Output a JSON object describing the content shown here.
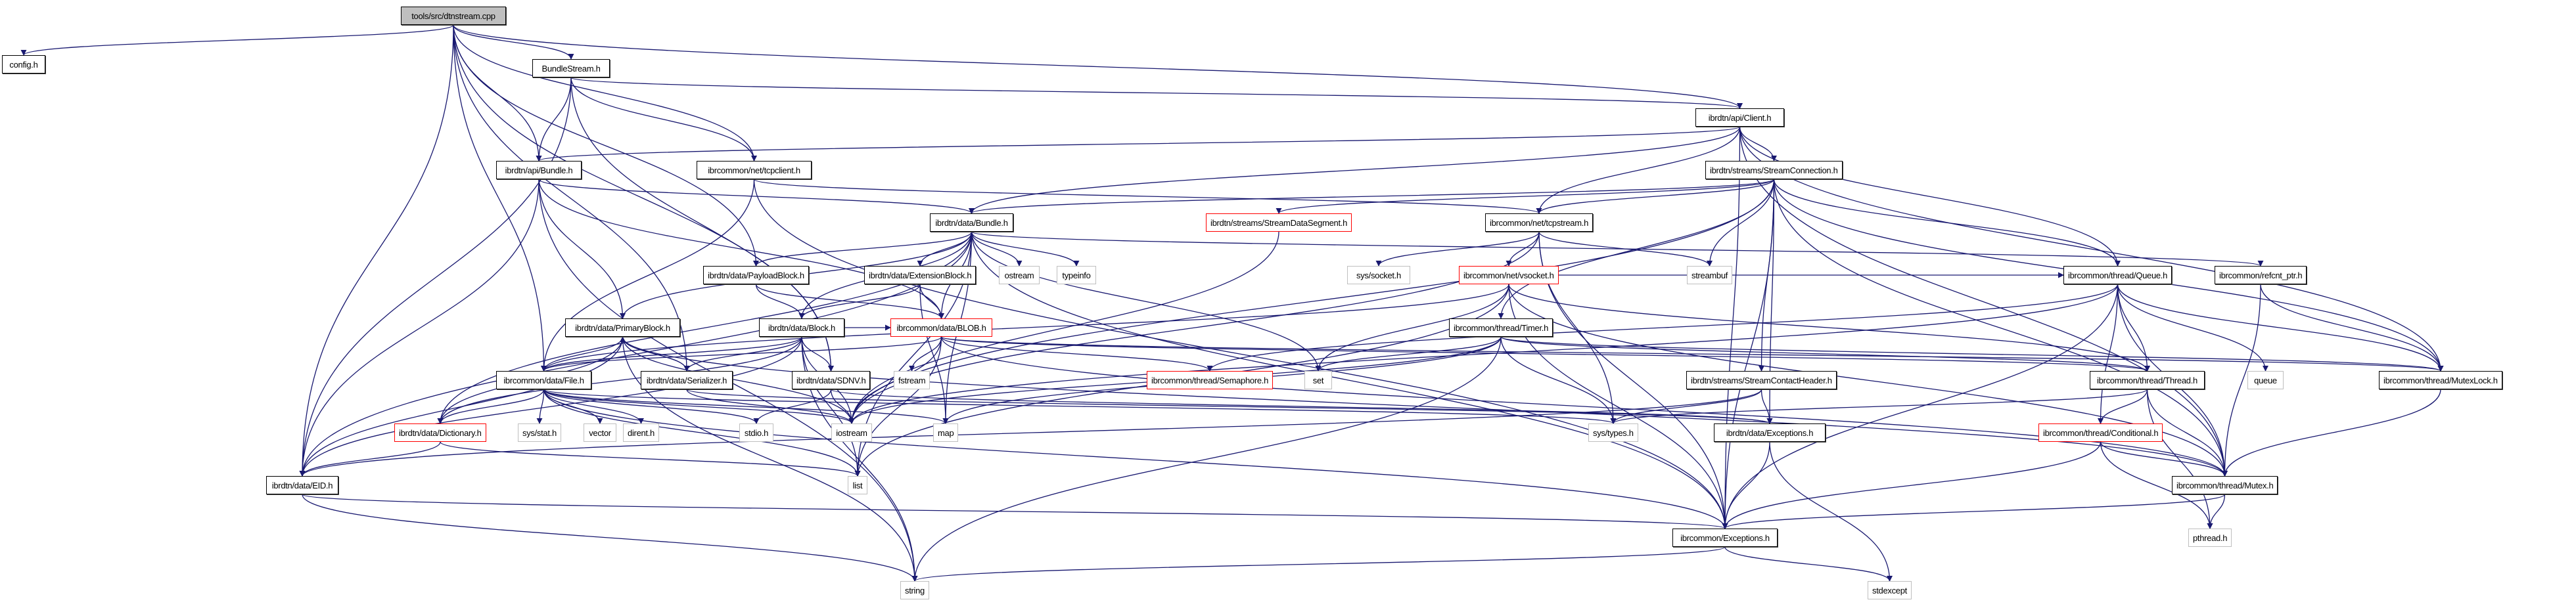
{
  "diagram": {
    "title": "tools/src/dtnstream.cpp include dependency graph",
    "colors": {
      "edge": "#191970",
      "truncated_border": "#ff0000",
      "system_border": "#bfbfbf",
      "root_fill": "#bfbfbf"
    },
    "nodes": [
      {
        "id": "root",
        "label": "tools/src/dtnstream.cpp",
        "kind": "root"
      },
      {
        "id": "config",
        "label": "config.h",
        "kind": "local"
      },
      {
        "id": "bundlestream",
        "label": "BundleStream.h",
        "kind": "local"
      },
      {
        "id": "client",
        "label": "ibrdtn/api/Client.h",
        "kind": "local"
      },
      {
        "id": "apibundle",
        "label": "ibrdtn/api/Bundle.h",
        "kind": "local"
      },
      {
        "id": "tcpclient",
        "label": "ibrcommon/net/tcpclient.h",
        "kind": "local"
      },
      {
        "id": "streamconn",
        "label": "ibrdtn/streams/StreamConnection.h",
        "kind": "local"
      },
      {
        "id": "databundle",
        "label": "ibrdtn/data/Bundle.h",
        "kind": "local"
      },
      {
        "id": "datasegment",
        "label": "ibrdtn/streams/StreamDataSegment.h",
        "kind": "truncated"
      },
      {
        "id": "tcpstream",
        "label": "ibrcommon/net/tcpstream.h",
        "kind": "local"
      },
      {
        "id": "payload",
        "label": "ibrdtn/data/PayloadBlock.h",
        "kind": "local"
      },
      {
        "id": "extension",
        "label": "ibrdtn/data/ExtensionBlock.h",
        "kind": "local"
      },
      {
        "id": "ostream",
        "label": "ostream",
        "kind": "system"
      },
      {
        "id": "typeinfo",
        "label": "typeinfo",
        "kind": "system"
      },
      {
        "id": "syssocket",
        "label": "sys/socket.h",
        "kind": "system"
      },
      {
        "id": "vsocket",
        "label": "ibrcommon/net/vsocket.h",
        "kind": "truncated"
      },
      {
        "id": "streambuf",
        "label": "streambuf",
        "kind": "system"
      },
      {
        "id": "queue",
        "label": "ibrcommon/thread/Queue.h",
        "kind": "local"
      },
      {
        "id": "refcnt",
        "label": "ibrcommon/refcnt_ptr.h",
        "kind": "local"
      },
      {
        "id": "primary",
        "label": "ibrdtn/data/PrimaryBlock.h",
        "kind": "local"
      },
      {
        "id": "block",
        "label": "ibrdtn/data/Block.h",
        "kind": "local"
      },
      {
        "id": "blob",
        "label": "ibrcommon/data/BLOB.h",
        "kind": "truncated"
      },
      {
        "id": "timer",
        "label": "ibrcommon/thread/Timer.h",
        "kind": "local"
      },
      {
        "id": "file",
        "label": "ibrcommon/data/File.h",
        "kind": "local"
      },
      {
        "id": "serializer",
        "label": "ibrdtn/data/Serializer.h",
        "kind": "local"
      },
      {
        "id": "sdnv",
        "label": "ibrdtn/data/SDNV.h",
        "kind": "local"
      },
      {
        "id": "fstream",
        "label": "fstream",
        "kind": "system"
      },
      {
        "id": "semaphore",
        "label": "ibrcommon/thread/Semaphore.h",
        "kind": "truncated"
      },
      {
        "id": "set",
        "label": "set",
        "kind": "system"
      },
      {
        "id": "contacthdr",
        "label": "ibrdtn/streams/StreamContactHeader.h",
        "kind": "local"
      },
      {
        "id": "thread",
        "label": "ibrcommon/thread/Thread.h",
        "kind": "local"
      },
      {
        "id": "queuestd",
        "label": "queue",
        "kind": "system"
      },
      {
        "id": "mutexlock",
        "label": "ibrcommon/thread/MutexLock.h",
        "kind": "local"
      },
      {
        "id": "dictionary",
        "label": "ibrdtn/data/Dictionary.h",
        "kind": "truncated"
      },
      {
        "id": "sysstat",
        "label": "sys/stat.h",
        "kind": "system"
      },
      {
        "id": "vector",
        "label": "vector",
        "kind": "system"
      },
      {
        "id": "dirent",
        "label": "dirent.h",
        "kind": "system"
      },
      {
        "id": "stdio",
        "label": "stdio.h",
        "kind": "system"
      },
      {
        "id": "iostream",
        "label": "iostream",
        "kind": "system"
      },
      {
        "id": "map",
        "label": "map",
        "kind": "system"
      },
      {
        "id": "systypes",
        "label": "sys/types.h",
        "kind": "system"
      },
      {
        "id": "dtnexc",
        "label": "ibrdtn/data/Exceptions.h",
        "kind": "local"
      },
      {
        "id": "conditional",
        "label": "ibrcommon/thread/Conditional.h",
        "kind": "truncated"
      },
      {
        "id": "eid",
        "label": "ibrdtn/data/EID.h",
        "kind": "local"
      },
      {
        "id": "list",
        "label": "list",
        "kind": "system"
      },
      {
        "id": "mutex",
        "label": "ibrcommon/thread/Mutex.h",
        "kind": "local"
      },
      {
        "id": "commonexc",
        "label": "ibrcommon/Exceptions.h",
        "kind": "local"
      },
      {
        "id": "pthread",
        "label": "pthread.h",
        "kind": "system"
      },
      {
        "id": "string",
        "label": "string",
        "kind": "system"
      },
      {
        "id": "stdexcept",
        "label": "stdexcept",
        "kind": "system"
      }
    ],
    "edges": [
      [
        "root",
        "config"
      ],
      [
        "root",
        "bundlestream"
      ],
      [
        "root",
        "client"
      ],
      [
        "root",
        "tcpclient"
      ],
      [
        "root",
        "eid"
      ],
      [
        "root",
        "file"
      ],
      [
        "root",
        "payload"
      ],
      [
        "root",
        "serializer"
      ],
      [
        "root",
        "sdnv"
      ],
      [
        "root",
        "apibundle"
      ],
      [
        "bundlestream",
        "client"
      ],
      [
        "bundlestream",
        "apibundle"
      ],
      [
        "bundlestream",
        "tcpclient"
      ],
      [
        "bundlestream",
        "eid"
      ],
      [
        "bundlestream",
        "sdnv"
      ],
      [
        "client",
        "apibundle"
      ],
      [
        "client",
        "streamconn"
      ],
      [
        "client",
        "tcpstream"
      ],
      [
        "client",
        "databundle"
      ],
      [
        "client",
        "queue"
      ],
      [
        "client",
        "mutexlock"
      ],
      [
        "client",
        "mutex"
      ],
      [
        "client",
        "commonexc"
      ],
      [
        "apibundle",
        "databundle"
      ],
      [
        "apibundle",
        "eid"
      ],
      [
        "apibundle",
        "blob"
      ],
      [
        "apibundle",
        "primary"
      ],
      [
        "apibundle",
        "string"
      ],
      [
        "tcpclient",
        "tcpstream"
      ],
      [
        "tcpclient",
        "file"
      ],
      [
        "tcpclient",
        "commonexc"
      ],
      [
        "streamconn",
        "databundle"
      ],
      [
        "streamconn",
        "datasegment"
      ],
      [
        "streamconn",
        "tcpstream"
      ],
      [
        "streamconn",
        "contacthdr"
      ],
      [
        "streamconn",
        "queue"
      ],
      [
        "streamconn",
        "timer"
      ],
      [
        "streamconn",
        "streambuf"
      ],
      [
        "streamconn",
        "mutexlock"
      ],
      [
        "streamconn",
        "mutex"
      ],
      [
        "streamconn",
        "dtnexc"
      ],
      [
        "streamconn",
        "iostream"
      ],
      [
        "streamconn",
        "commonexc"
      ],
      [
        "databundle",
        "payload"
      ],
      [
        "databundle",
        "extension"
      ],
      [
        "databundle",
        "primary"
      ],
      [
        "databundle",
        "block"
      ],
      [
        "databundle",
        "ostream"
      ],
      [
        "databundle",
        "typeinfo"
      ],
      [
        "databundle",
        "eid"
      ],
      [
        "databundle",
        "dictionary"
      ],
      [
        "databundle",
        "refcnt"
      ],
      [
        "databundle",
        "blob"
      ],
      [
        "databundle",
        "map"
      ],
      [
        "databundle",
        "set"
      ],
      [
        "databundle",
        "list"
      ],
      [
        "databundle",
        "commonexc"
      ],
      [
        "datasegment",
        "iostream"
      ],
      [
        "tcpstream",
        "syssocket"
      ],
      [
        "tcpstream",
        "vsocket"
      ],
      [
        "tcpstream",
        "streambuf"
      ],
      [
        "tcpstream",
        "systypes"
      ],
      [
        "tcpstream",
        "iostream"
      ],
      [
        "tcpstream",
        "commonexc"
      ],
      [
        "payload",
        "block"
      ],
      [
        "payload",
        "blob"
      ],
      [
        "extension",
        "block"
      ],
      [
        "extension",
        "blob"
      ],
      [
        "extension",
        "map"
      ],
      [
        "vsocket",
        "set"
      ],
      [
        "vsocket",
        "list"
      ],
      [
        "vsocket",
        "thread"
      ],
      [
        "vsocket",
        "mutex"
      ],
      [
        "vsocket",
        "queue"
      ],
      [
        "vsocket",
        "commonexc"
      ],
      [
        "vsocket",
        "file"
      ],
      [
        "queue",
        "thread"
      ],
      [
        "queue",
        "conditional"
      ],
      [
        "queue",
        "mutex"
      ],
      [
        "queue",
        "mutexlock"
      ],
      [
        "queue",
        "queuestd"
      ],
      [
        "queue",
        "semaphore"
      ],
      [
        "queue",
        "commonexc"
      ],
      [
        "queue",
        "iostream"
      ],
      [
        "refcnt",
        "mutexlock"
      ],
      [
        "refcnt",
        "mutex"
      ],
      [
        "primary",
        "eid"
      ],
      [
        "primary",
        "serializer"
      ],
      [
        "primary",
        "dictionary"
      ],
      [
        "primary",
        "file"
      ],
      [
        "primary",
        "iostream"
      ],
      [
        "primary",
        "string"
      ],
      [
        "primary",
        "mutex"
      ],
      [
        "block",
        "eid"
      ],
      [
        "block",
        "sdnv"
      ],
      [
        "block",
        "serializer"
      ],
      [
        "block",
        "blob"
      ],
      [
        "block",
        "dictionary"
      ],
      [
        "block",
        "list"
      ],
      [
        "block",
        "file"
      ],
      [
        "block",
        "iostream"
      ],
      [
        "block",
        "string"
      ],
      [
        "blob",
        "fstream"
      ],
      [
        "blob",
        "file"
      ],
      [
        "blob",
        "semaphore"
      ],
      [
        "blob",
        "thread"
      ],
      [
        "blob",
        "mutex"
      ],
      [
        "blob",
        "mutexlock"
      ],
      [
        "blob",
        "iostream"
      ],
      [
        "blob",
        "list"
      ],
      [
        "timer",
        "set"
      ],
      [
        "timer",
        "thread"
      ],
      [
        "timer",
        "mutexlock"
      ],
      [
        "timer",
        "systypes"
      ],
      [
        "timer",
        "iostream"
      ],
      [
        "timer",
        "map"
      ],
      [
        "timer",
        "string"
      ],
      [
        "file",
        "sysstat"
      ],
      [
        "file",
        "vector"
      ],
      [
        "file",
        "dirent"
      ],
      [
        "file",
        "stdio"
      ],
      [
        "file",
        "iostream"
      ],
      [
        "file",
        "map"
      ],
      [
        "file",
        "list"
      ],
      [
        "file",
        "systypes"
      ],
      [
        "file",
        "commonexc"
      ],
      [
        "file",
        "dictionary"
      ],
      [
        "serializer",
        "primary"
      ],
      [
        "serializer",
        "dtnexc"
      ],
      [
        "serializer",
        "iostream"
      ],
      [
        "sdnv",
        "stdio"
      ],
      [
        "sdnv",
        "iostream"
      ],
      [
        "sdnv",
        "dtnexc"
      ],
      [
        "contacthdr",
        "systypes"
      ],
      [
        "contacthdr",
        "dtnexc"
      ],
      [
        "contacthdr",
        "eid"
      ],
      [
        "thread",
        "conditional"
      ],
      [
        "thread",
        "mutex"
      ],
      [
        "thread",
        "pthread"
      ],
      [
        "thread",
        "systypes"
      ],
      [
        "mutexlock",
        "mutex"
      ],
      [
        "dictionary",
        "eid"
      ],
      [
        "dictionary",
        "list"
      ],
      [
        "dtnexc",
        "commonexc"
      ],
      [
        "dtnexc",
        "stdexcept"
      ],
      [
        "conditional",
        "mutex"
      ],
      [
        "conditional",
        "pthread"
      ],
      [
        "conditional",
        "commonexc"
      ],
      [
        "eid",
        "string"
      ],
      [
        "eid",
        "commonexc"
      ],
      [
        "mutex",
        "pthread"
      ],
      [
        "mutex",
        "commonexc"
      ],
      [
        "commonexc",
        "string"
      ],
      [
        "commonexc",
        "stdexcept"
      ]
    ]
  }
}
